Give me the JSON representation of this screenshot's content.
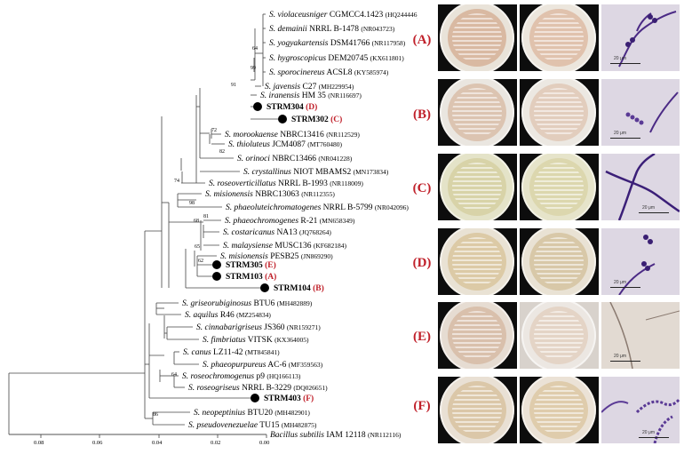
{
  "tree": {
    "taxa": [
      {
        "genus": "S.",
        "species": "violaceusniger",
        "strain": "CGMCC4.1423",
        "acc": "(HQ244446)"
      },
      {
        "genus": "S.",
        "species": "demainii",
        "strain": "NRRL B-1478",
        "acc": "(NR043723)"
      },
      {
        "genus": "S.",
        "species": "yogyakartensis",
        "strain": "DSM41766",
        "acc": "(NR117958)"
      },
      {
        "genus": "S.",
        "species": "hygroscopicus",
        "strain": "DEM20745",
        "acc": "(KX611801)"
      },
      {
        "genus": "S.",
        "species": "sporocinereus",
        "strain": "ACSL8",
        "acc": "(KY585974)"
      },
      {
        "genus": "S.",
        "species": "javensis",
        "strain": "C27",
        "acc": "(MH229954)"
      },
      {
        "genus": "S.",
        "species": "iranensis",
        "strain": "HM 35",
        "acc": "(NR116697)"
      },
      {
        "genus": "",
        "species": "",
        "strain": "STRM304",
        "acc": "(D)",
        "isolate": true
      },
      {
        "genus": "",
        "species": "",
        "strain": "STRM302",
        "acc": "(C)",
        "isolate": true
      },
      {
        "genus": "S.",
        "species": "morookaense",
        "strain": "NBRC13416",
        "acc": "(NR112529)"
      },
      {
        "genus": "S.",
        "species": "thioluteus",
        "strain": "JCM4087",
        "acc": "(MT760480)"
      },
      {
        "genus": "S.",
        "species": "orinoci",
        "strain": "NBRC13466",
        "acc": "(NR041228)"
      },
      {
        "genus": "S.",
        "species": "crystallinus",
        "strain": "NIOT MBAMS2",
        "acc": "(MN173834)"
      },
      {
        "genus": "S.",
        "species": "roseoverticillatus",
        "strain": "NRRL B-1993",
        "acc": "(NR118009)"
      },
      {
        "genus": "S.",
        "species": "misionensis",
        "strain": "NBRC13063",
        "acc": "(NR112355)"
      },
      {
        "genus": "S.",
        "species": "phaeoluteichromatogenes",
        "strain": "NRRL B-5799",
        "acc": "(NR042096)"
      },
      {
        "genus": "S.",
        "species": "phaeochromogenes",
        "strain": "R-21",
        "acc": "(MN658349)"
      },
      {
        "genus": "S.",
        "species": "costaricanus",
        "strain": "NA13",
        "acc": "(JQ768264)"
      },
      {
        "genus": "S.",
        "species": "malaysiense",
        "strain": "MUSC136",
        "acc": "(KF682184)"
      },
      {
        "genus": "S.",
        "species": "misionensis",
        "strain": "PESB25",
        "acc": "(JN869290)"
      },
      {
        "genus": "",
        "species": "",
        "strain": "STRM305",
        "acc": "(E)",
        "isolate": true
      },
      {
        "genus": "",
        "species": "",
        "strain": "STRM103",
        "acc": "(A)",
        "isolate": true
      },
      {
        "genus": "",
        "species": "",
        "strain": "STRM104",
        "acc": "(B)",
        "isolate": true
      },
      {
        "genus": "S.",
        "species": "griseorubiginosus",
        "strain": "BTU6",
        "acc": "(MH482889)"
      },
      {
        "genus": "S.",
        "species": "aquilus",
        "strain": "R46",
        "acc": "(MZ254834)"
      },
      {
        "genus": "S.",
        "species": "cinnabarigriseus",
        "strain": "JS360",
        "acc": "(NR159271)"
      },
      {
        "genus": "S.",
        "species": "fimbriatus",
        "strain": "VITSK",
        "acc": "(KX364005)"
      },
      {
        "genus": "S.",
        "species": "canus",
        "strain": "LZ11-42",
        "acc": "(MT845841)"
      },
      {
        "genus": "S.",
        "species": "phaeopurpureus",
        "strain": "AC-6",
        "acc": "(MF359563)"
      },
      {
        "genus": "S.",
        "species": "roseochromogenus",
        "strain": "p9",
        "acc": "(HQ166113)"
      },
      {
        "genus": "S.",
        "species": "roseogriseus",
        "strain": "NRRL B-3229",
        "acc": "(DQ026651)"
      },
      {
        "genus": "",
        "species": "",
        "strain": "STRM403",
        "acc": "(F)",
        "isolate": true
      },
      {
        "genus": "S.",
        "species": "neopeptinius",
        "strain": "BTU20",
        "acc": "(MH482901)"
      },
      {
        "genus": "S.",
        "species": "pseudovenezuelae",
        "strain": "TU15",
        "acc": "(MH482875)"
      },
      {
        "genus": "",
        "species": "Bacillus subtilis",
        "strain": "IAM 12118",
        "acc": "(NR112116)"
      }
    ],
    "bootstrap": [
      "64",
      "99",
      "91",
      "72",
      "82",
      "74",
      "98",
      "81",
      "68",
      "65",
      "62",
      "64",
      "86"
    ],
    "axis_ticks": [
      "0.08",
      "0.06",
      "0.04",
      "0.02",
      "0.00"
    ]
  },
  "panels": {
    "labels": [
      "(A)",
      "(B)",
      "(C)",
      "(D)",
      "(E)",
      "(F)"
    ],
    "label_color": "#c0202a",
    "scale_label": "20 μm"
  }
}
